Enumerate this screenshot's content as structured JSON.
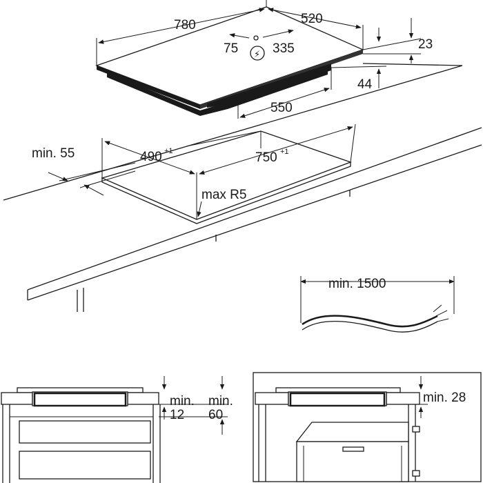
{
  "hob": {
    "width": "780",
    "depth": "520",
    "thickness": "23",
    "cable_left": "75",
    "cable_right": "335",
    "box_height": "44",
    "box_width": "550",
    "power_symbol": "⚡"
  },
  "cutout": {
    "edge_distance": "min. 55",
    "depth": "490",
    "depth_tol": "+1",
    "width": "750",
    "width_tol": "+1",
    "radius": "max R5"
  },
  "cable": {
    "length": "min. 1500"
  },
  "section_left": {
    "gap_label_a": "min.",
    "gap_value_a": "12",
    "gap_label_b": "min.",
    "gap_value_b": "60"
  },
  "section_right": {
    "gap_label": "min. 28"
  }
}
